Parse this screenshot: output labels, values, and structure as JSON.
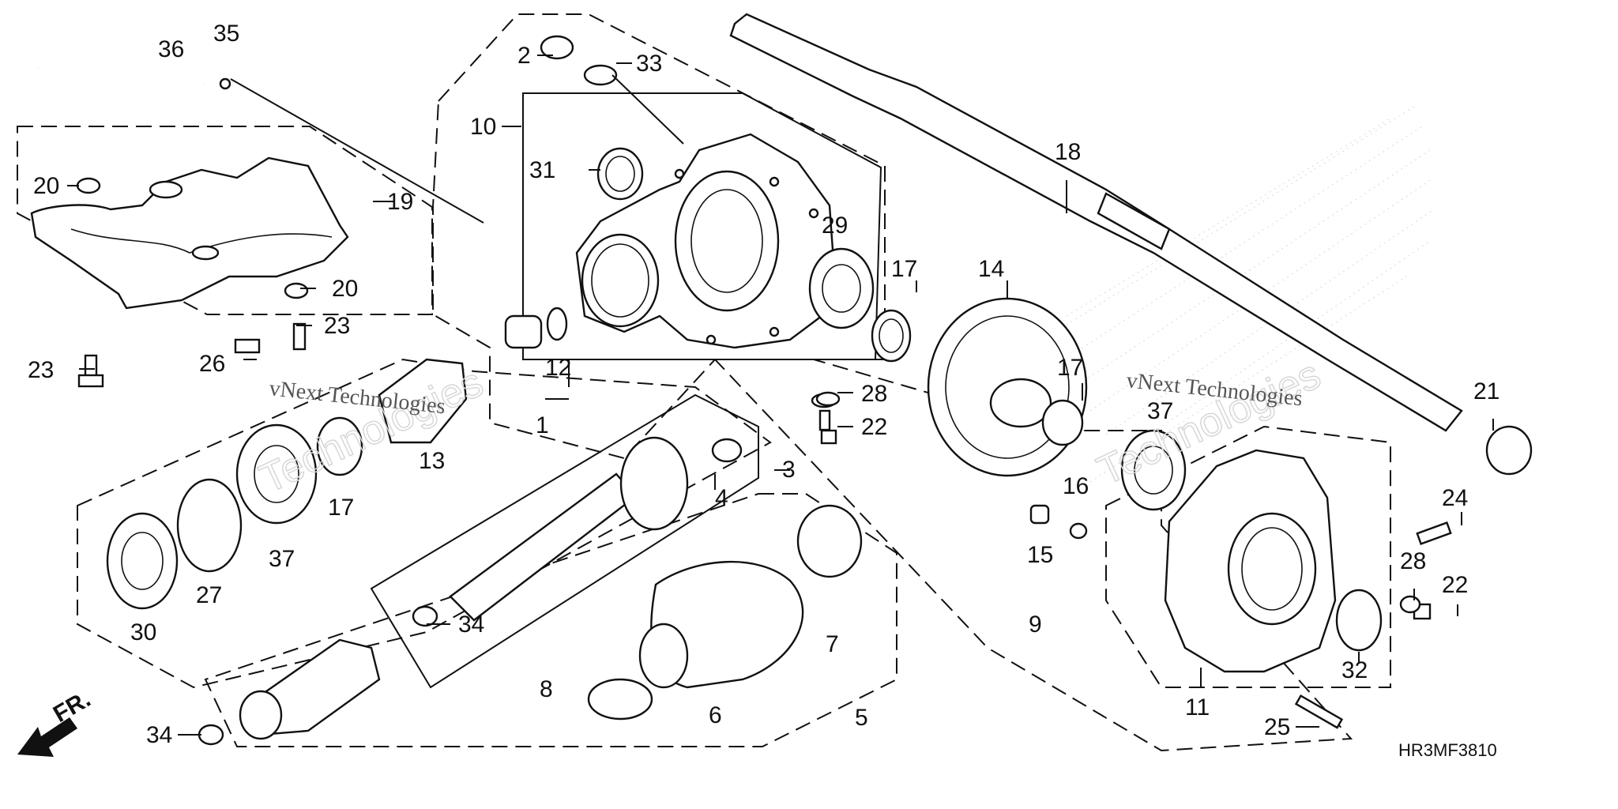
{
  "diagram": {
    "part_labels": [
      "1",
      "2",
      "3",
      "4",
      "5",
      "6",
      "7",
      "8",
      "9",
      "10",
      "11",
      "12",
      "13",
      "14",
      "15",
      "16",
      "17",
      "17",
      "17",
      "18",
      "19",
      "20",
      "20",
      "21",
      "22",
      "22",
      "23",
      "23",
      "24",
      "25",
      "26",
      "27",
      "28",
      "28",
      "29",
      "30",
      "31",
      "32",
      "33",
      "34",
      "34",
      "35",
      "36",
      "37",
      "37"
    ],
    "diagram_code": "HR3MF3810",
    "direction_label": "FR.",
    "watermark_text": [
      "vNext Technologies",
      "vNext Technologies"
    ],
    "colors": {
      "ink": "#111111",
      "watermark": "#555555",
      "background": "#ffffff"
    }
  }
}
